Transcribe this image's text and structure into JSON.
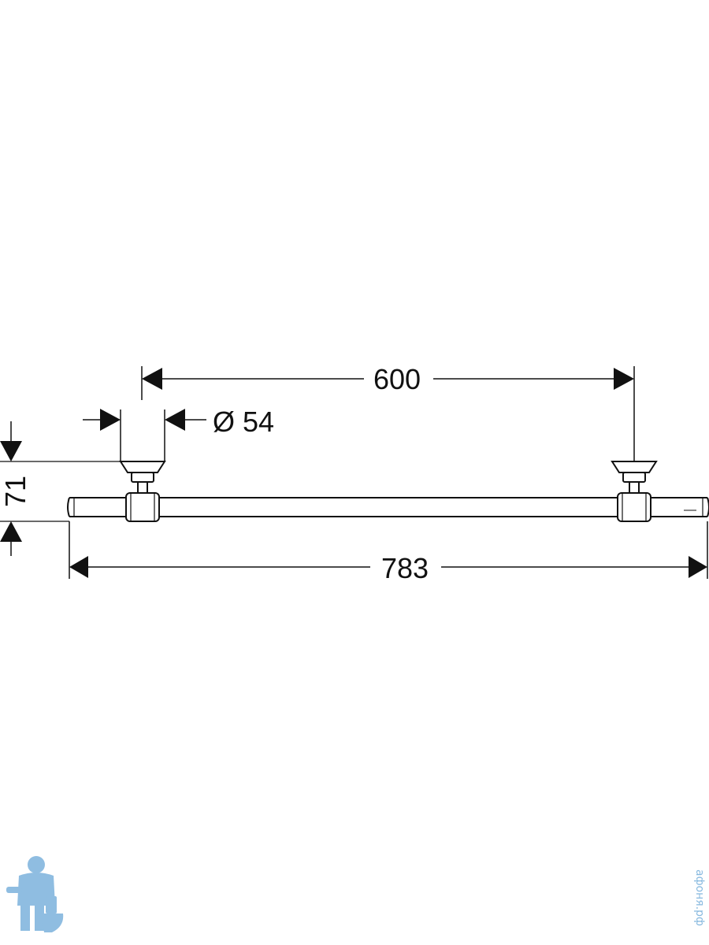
{
  "dimensions": {
    "mount_spacing": "600",
    "rosette_diameter": "Ø 54",
    "wall_projection": "71",
    "overall_length": "783"
  },
  "watermark": {
    "text": "афоня.рф"
  },
  "colors": {
    "line": "#111111",
    "watermark": "#6aa8d8"
  },
  "icons": {
    "logo": "plumber-mascot-icon"
  }
}
